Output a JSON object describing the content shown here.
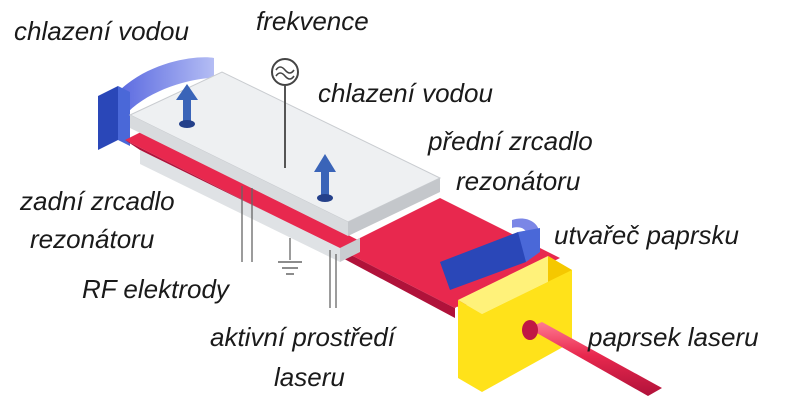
{
  "labels": {
    "water_cooling_left": "chlazení vodou",
    "frequency": "frekvence",
    "water_cooling_right": "chlazení vodou",
    "front_mirror_line1": "přední zrcadlo",
    "front_mirror_line2": "rezonátoru",
    "rear_mirror_line1": "zadní zrcadlo",
    "rear_mirror_line2": "rezonátoru",
    "beam_shaper": "utvařeč paprsku",
    "rf_electrodes": "RF elektrody",
    "active_medium_line1": "aktivní prostředí",
    "active_medium_line2": "laseru",
    "laser_beam": "paprsek laseru"
  },
  "colors": {
    "laser_red": "#e8284e",
    "mirror_blue": "#3b5fd0",
    "mirror_blue_light": "#8c99ee",
    "electrode_white": "#eef0f2",
    "shaper_yellow": "#ffe21a",
    "arrow_blue": "#3a64b8"
  },
  "icons": [
    "sine-wave-generator-icon",
    "up-arrow-icon",
    "ground-symbol-icon"
  ]
}
